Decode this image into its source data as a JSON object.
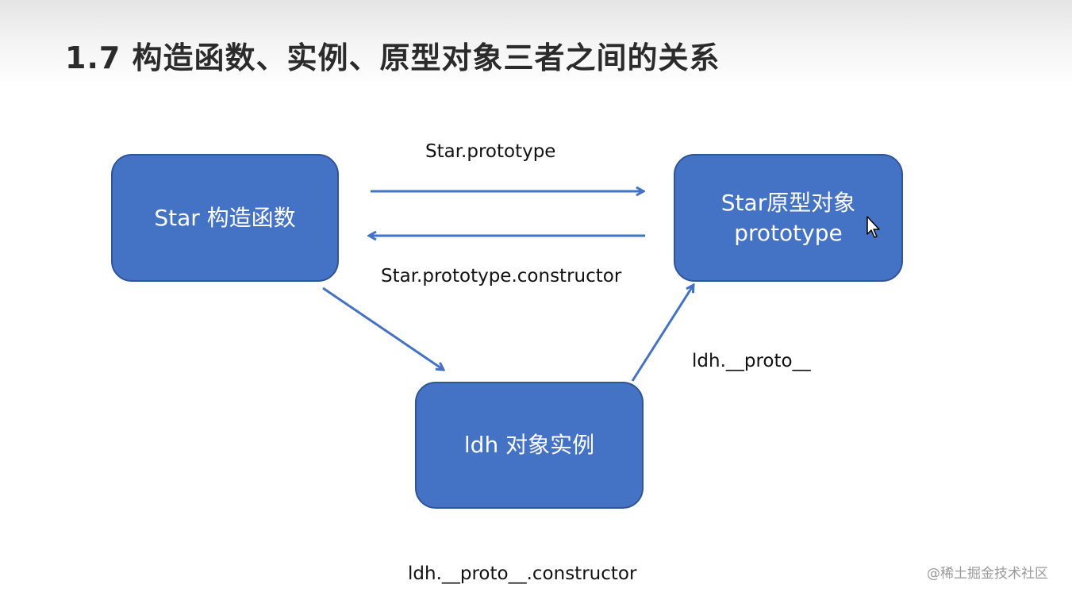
{
  "title": "1.7 构造函数、实例、原型对象三者之间的关系",
  "nodes": {
    "constructor": "Star 构造函数",
    "prototype": "Star原型对象\nprototype",
    "instance": "ldh 对象实例"
  },
  "edge_labels": {
    "constructor_to_prototype": "Star.prototype",
    "prototype_to_constructor": "Star.prototype.constructor",
    "instance_to_prototype": "ldh.__proto__",
    "instance_proto_constructor": "ldh.__proto__.constructor"
  },
  "colors": {
    "node_fill": "#4472c4",
    "node_border": "#2f5597",
    "arrow": "#4472c4"
  },
  "watermark": "@稀土掘金技术社区"
}
